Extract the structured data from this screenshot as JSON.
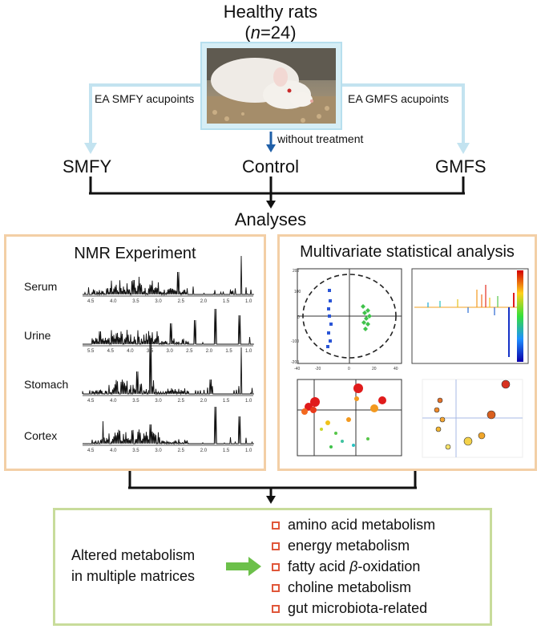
{
  "header": {
    "line1": "Healthy rats",
    "line2_prefix": "(",
    "line2_italic": "n",
    "line2_suffix": "=24)"
  },
  "photo": {
    "icon": "rat-photo"
  },
  "branches": {
    "left_label": "EA SMFY acupoints",
    "right_label": "EA GMFS acupoints",
    "center_label": "without treatment"
  },
  "groups": {
    "left": "SMFY",
    "center": "Control",
    "right": "GMFS"
  },
  "analyses_label": "Analyses",
  "nmr_panel": {
    "title": "NMR Experiment",
    "rows": [
      {
        "label": "Serum",
        "ticks": [
          "4.5",
          "4.0",
          "3.5",
          "3.0",
          "2.5",
          "2.0",
          "1.5",
          "1.0"
        ]
      },
      {
        "label": "Urine",
        "ticks": [
          "5.5",
          "4.5",
          "4.0",
          "3.5",
          "3.0",
          "2.5",
          "2.0",
          "1.5",
          "1.0"
        ]
      },
      {
        "label": "Stomach",
        "ticks": [
          "4.5",
          "4.0",
          "3.5",
          "3.0",
          "2.5",
          "2.0",
          "1.5",
          "1.0"
        ]
      },
      {
        "label": "Cortex",
        "ticks": [
          "4.5",
          "4.0",
          "3.5",
          "3.0",
          "2.5",
          "2.0",
          "1.5",
          "1.0"
        ]
      }
    ]
  },
  "stat_panel": {
    "title": "Multivariate statistical analysis",
    "colors": {
      "group1": "#2a55d6",
      "group2": "#3fc24a",
      "hot": "#e01b1b",
      "warm": "#f39a1f"
    }
  },
  "result_box": {
    "altered_line1": "Altered metabolism",
    "altered_line2": "in multiple matrices",
    "items_plain": [
      "amino acid metabolism",
      "energy metabolism"
    ],
    "item_fatty_prefix": "fatty acid ",
    "item_fatty_symbol": "β",
    "item_fatty_suffix": "-oxidation",
    "items_after": [
      "choline metabolism",
      "gut microbiota-related"
    ]
  },
  "colors": {
    "branch_arrow": "#c3e3f0",
    "control_arrow": "#1f5fa8",
    "panel_border": "#f3cfa6",
    "result_border": "#c8dc9b",
    "green_arrow": "#6cc04a",
    "bullet": "#e0573a"
  }
}
